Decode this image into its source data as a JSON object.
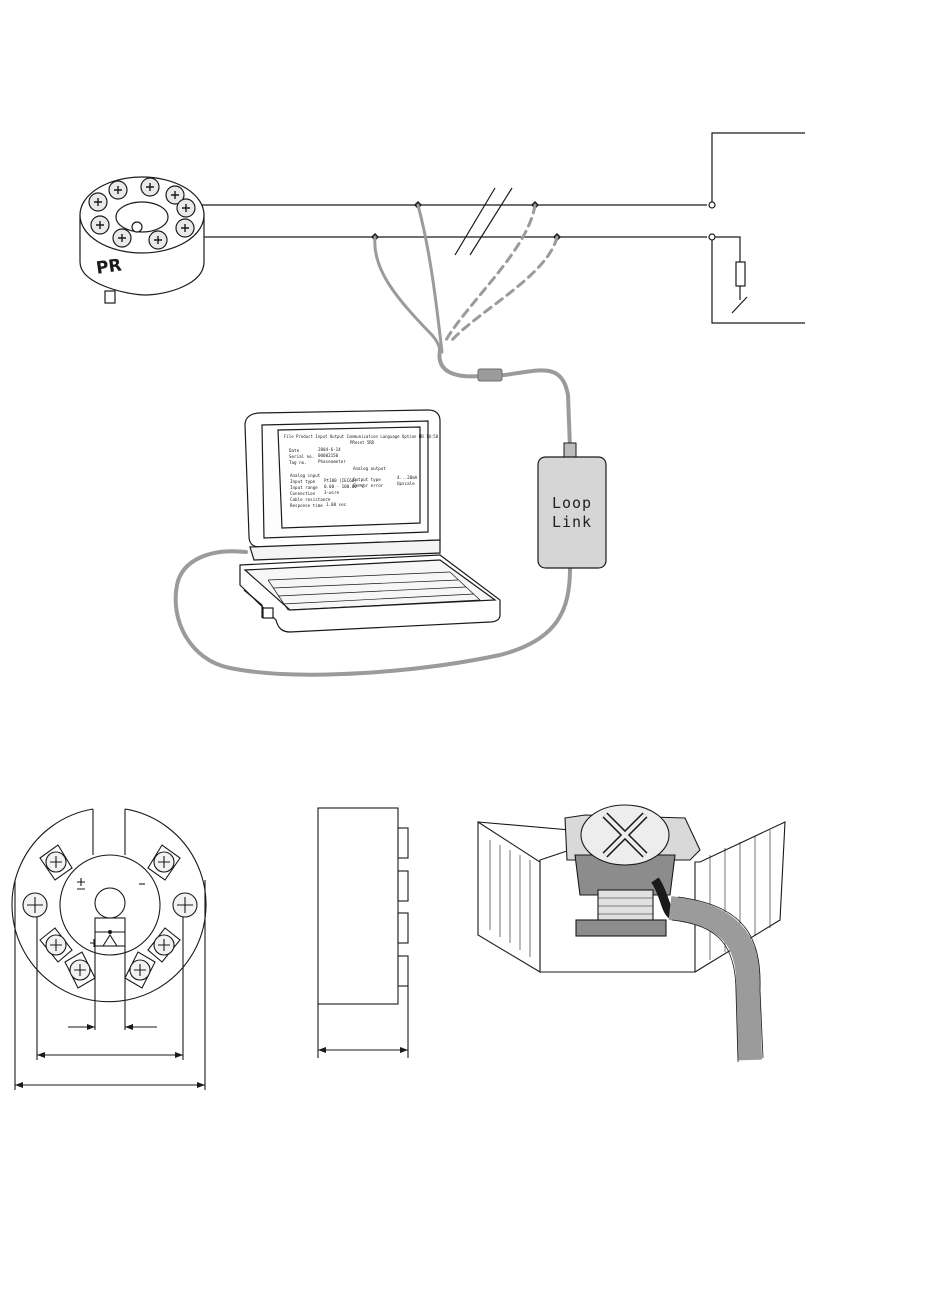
{
  "transmitter": {
    "brand": "PR"
  },
  "loop_link": {
    "line1": "Loop",
    "line2": "Link"
  },
  "laptop_screen": {
    "menu": "File  Product  Input  Output  Communication  Language  Option  HB 10:50",
    "title_line": "PReset 5RD",
    "rows": [
      {
        "label": "Date",
        "value": "2004-6-14"
      },
      {
        "label": "Serial no.",
        "value": "00002150"
      },
      {
        "label": "Tag no.",
        "value": "Phaseometer"
      }
    ],
    "analog_input": "Analog input",
    "analog_output": "Analog output",
    "left_rows": [
      {
        "label": "Input type",
        "value": "Pt100 (IEC60)"
      },
      {
        "label": "Input range",
        "value": "0.00 - 100.00 °C"
      },
      {
        "label": "Connection",
        "value": "3-wire"
      },
      {
        "label": "Cable resistance",
        "value": "—"
      },
      {
        "label": "Response time",
        "value": "1.00 sec"
      }
    ],
    "right_rows": [
      {
        "label": "Output type",
        "value": "4...20mA"
      },
      {
        "label": "Sensor error",
        "value": "Upscale"
      }
    ]
  },
  "colors": {
    "line": "#1a1a1a",
    "cable": "#9b9b9b",
    "loop_box": "#d6d6d6",
    "loop_text": "#222222",
    "screw_cap": "#ededed",
    "stack_gray": "#8c8c8c"
  }
}
